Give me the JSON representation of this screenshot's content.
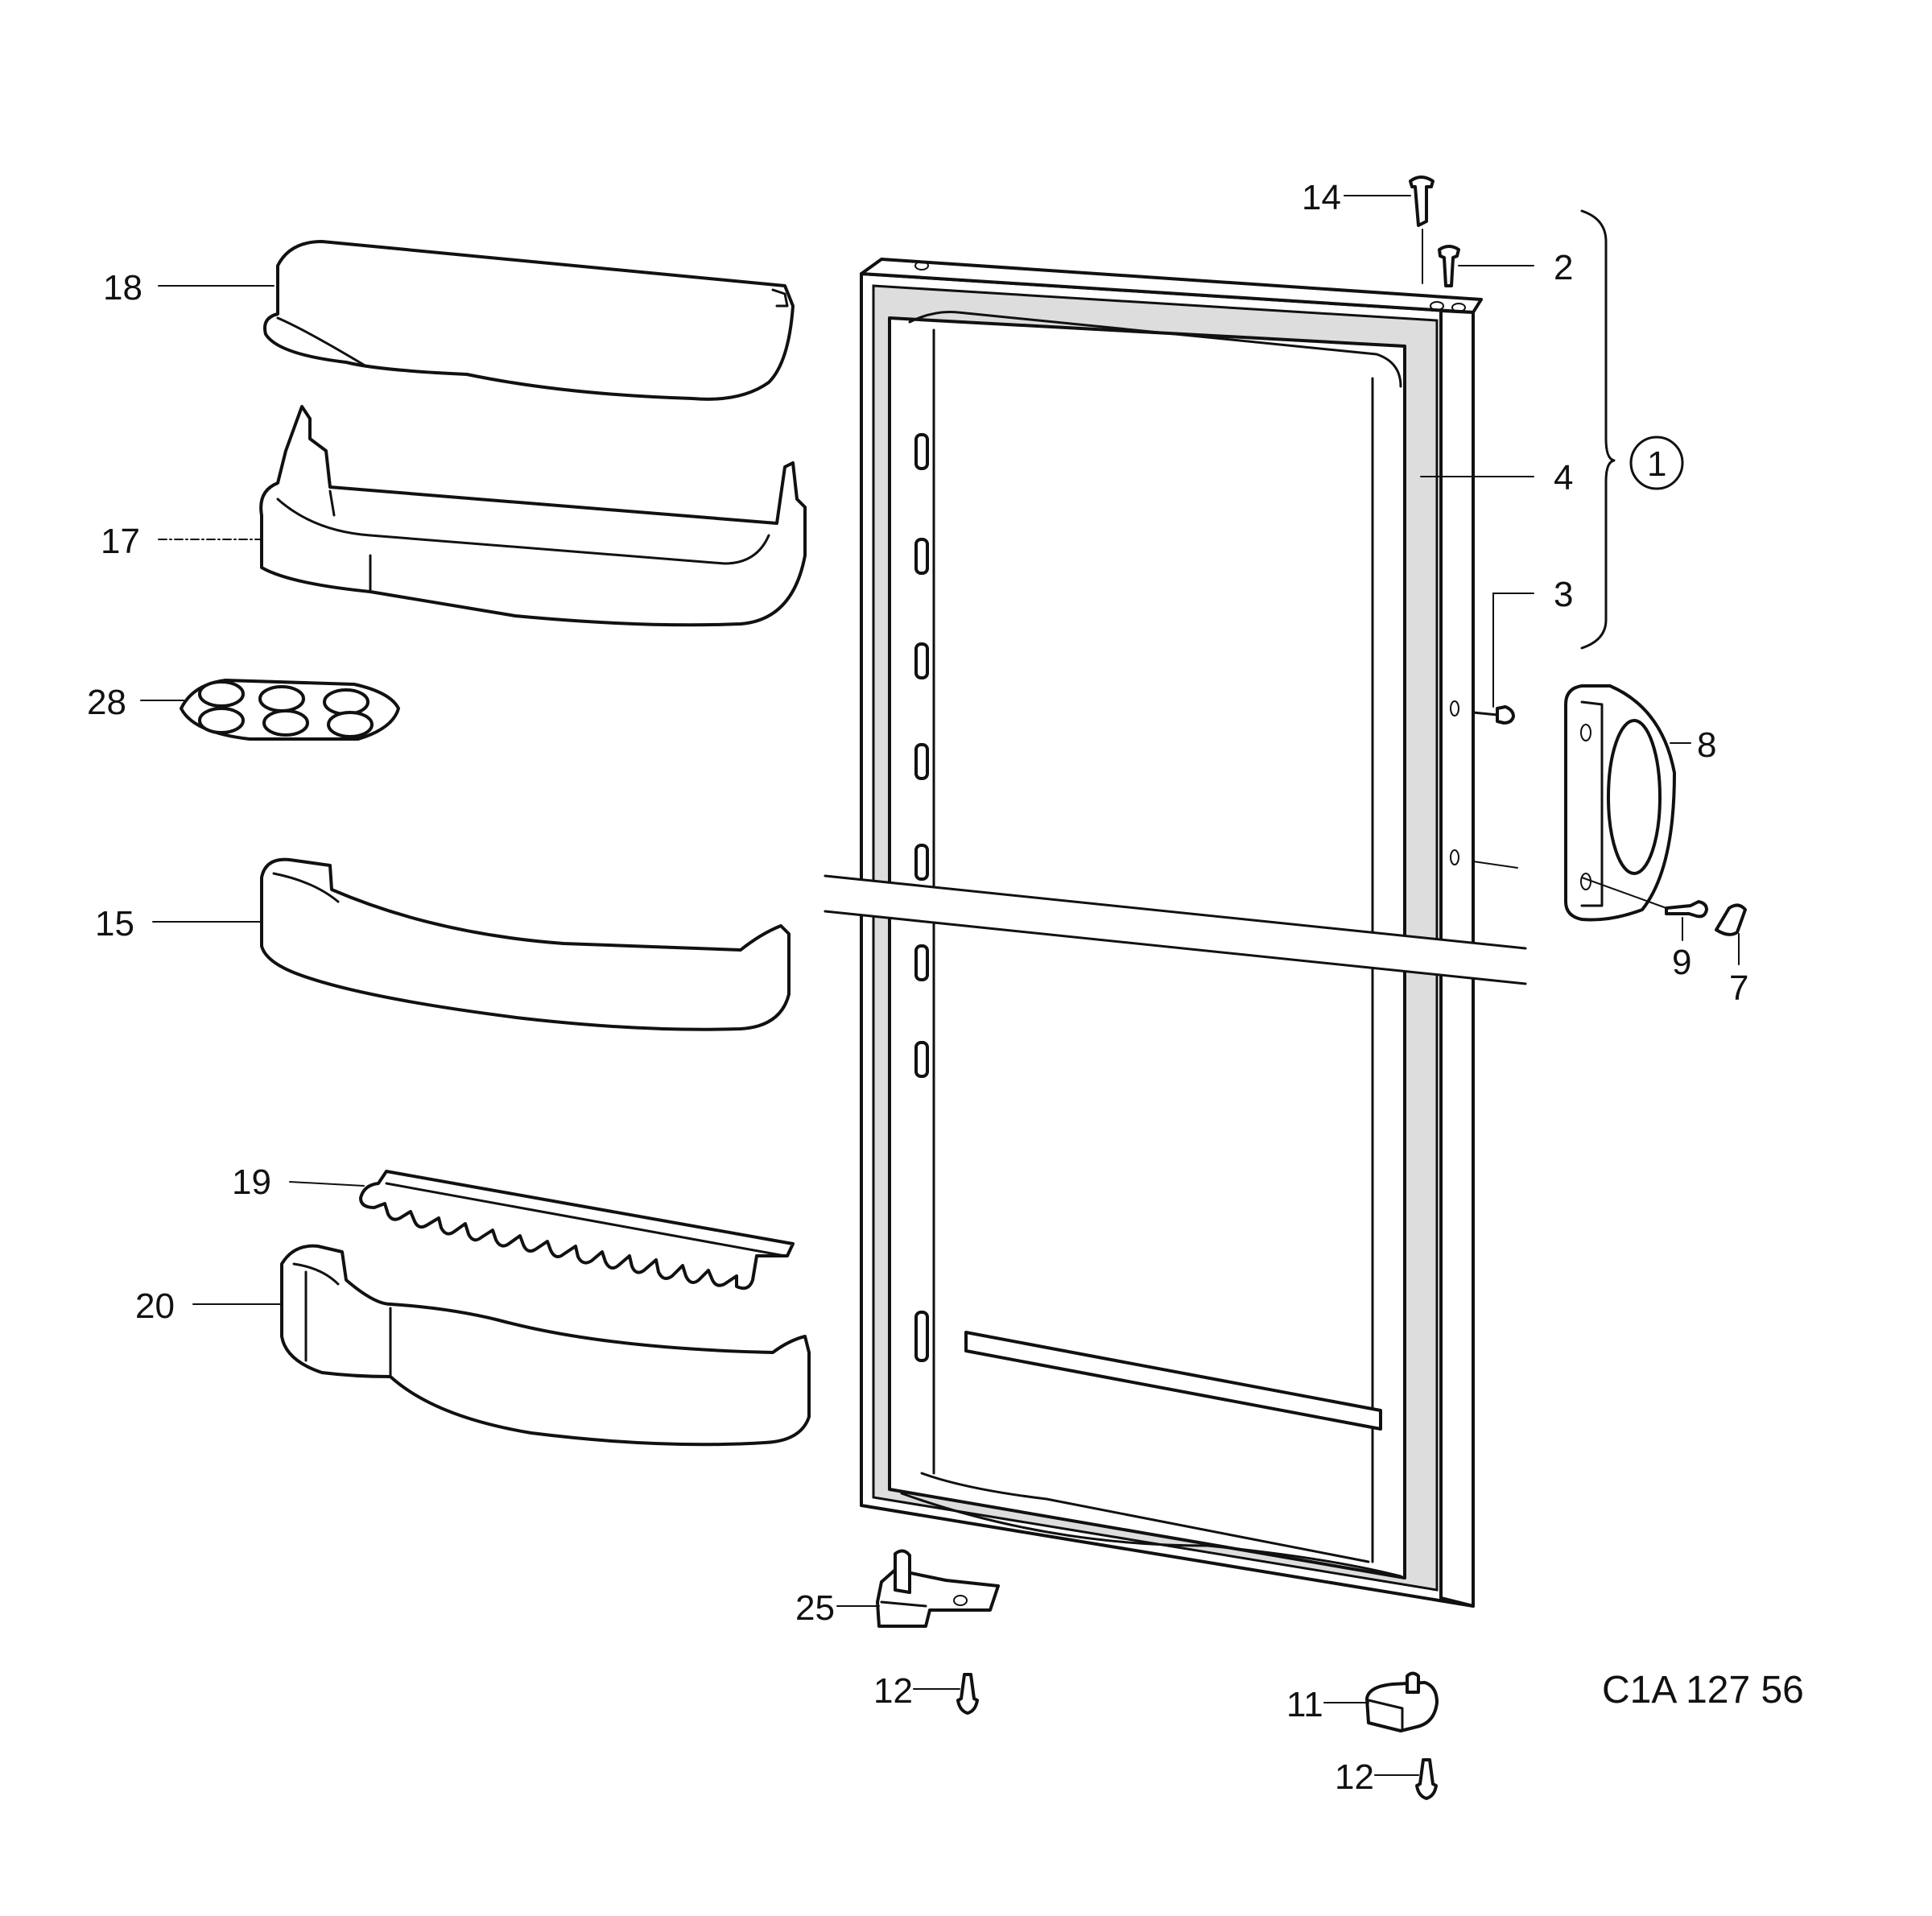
{
  "diagram": {
    "drawing_code": "C1A 127 56",
    "callouts": [
      {
        "id": "c18",
        "label": "18"
      },
      {
        "id": "c17",
        "label": "17"
      },
      {
        "id": "c28",
        "label": "28"
      },
      {
        "id": "c15",
        "label": "15"
      },
      {
        "id": "c19",
        "label": "19"
      },
      {
        "id": "c20",
        "label": "20"
      },
      {
        "id": "c25",
        "label": "25"
      },
      {
        "id": "c12a",
        "label": "12"
      },
      {
        "id": "c11",
        "label": "11"
      },
      {
        "id": "c12b",
        "label": "12"
      },
      {
        "id": "c14",
        "label": "14"
      },
      {
        "id": "c2",
        "label": "2"
      },
      {
        "id": "c4",
        "label": "4"
      },
      {
        "id": "c3",
        "label": "3"
      },
      {
        "id": "c1",
        "label": "1"
      },
      {
        "id": "c8",
        "label": "8"
      },
      {
        "id": "c9",
        "label": "9"
      },
      {
        "id": "c7",
        "label": "7"
      }
    ]
  }
}
